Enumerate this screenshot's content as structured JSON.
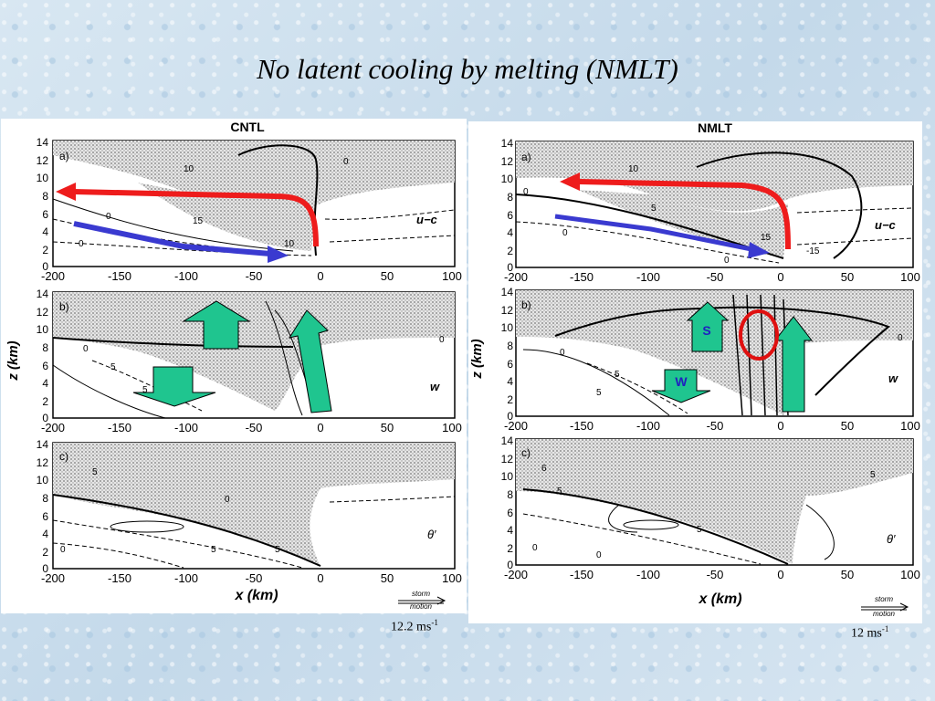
{
  "title": "No latent cooling by melting (NMLT)",
  "panels": [
    {
      "heading": "CNTL",
      "speed": "12.2 ms",
      "speed_sup": "-1",
      "subplots": [
        {
          "label": "a)",
          "field": "u−c",
          "contours": [
            "10",
            "0",
            "15",
            "0",
            "0",
            "10"
          ]
        },
        {
          "label": "b)",
          "field": "w",
          "contours": [
            "0",
            "5",
            "0",
            "5"
          ]
        },
        {
          "label": "c)",
          "field": "θ′",
          "contours": [
            "5",
            "0",
            "0",
            "5",
            "5"
          ]
        }
      ]
    },
    {
      "heading": "NMLT",
      "speed": "12 ms",
      "speed_sup": "-1",
      "subplots": [
        {
          "label": "a)",
          "field": "u−c",
          "contours": [
            "10",
            "0",
            "5",
            "0",
            "15",
            "-15",
            "0"
          ]
        },
        {
          "label": "b)",
          "field": "w",
          "contours": [
            "0",
            "5",
            "0",
            "5"
          ]
        },
        {
          "label": "c)",
          "field": "θ′",
          "contours": [
            "6",
            "5",
            "0",
            "5",
            "0",
            "5"
          ]
        }
      ]
    }
  ],
  "axes": {
    "x_ticks": [
      "-200",
      "-150",
      "-100",
      "-50",
      "0",
      "50",
      "100"
    ],
    "y_ticks": [
      "14",
      "12",
      "10",
      "8",
      "6",
      "4",
      "2",
      "0"
    ],
    "xlabel": "x (km)",
    "ylabel": "z (km)",
    "storm_motion_line1": "storm",
    "storm_motion_line2": "motion"
  },
  "annotations": {
    "s_label": "S",
    "w_label": "W",
    "colors": {
      "red_arrow": "#ee1c1c",
      "blue_arrow": "#3a3ad0",
      "green_arrow": "#1fc58f",
      "circle": "#e01010"
    }
  }
}
